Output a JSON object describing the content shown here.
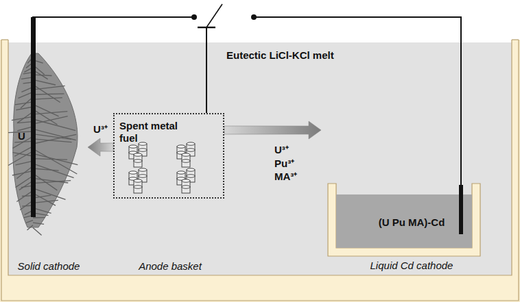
{
  "diagram": {
    "nodes": [
      {
        "text": [
          "Eutectic LiCl-KCl melt"
        ]
      },
      {
        "text": [
          "U",
          "Solid cathode"
        ],
        "in": 0
      },
      {
        "text": [
          "Spent metal fuel",
          "Anode basket"
        ],
        "in": 0
      },
      {
        "text": [
          "(U Pu MA)-Cd",
          "Liquid Cd cathode"
        ],
        "in": 0
      }
    ],
    "edges": [
      {
        "from": 2,
        "to": 1,
        "arrow": "to",
        "label": "U³⁺"
      },
      {
        "from": 2,
        "to": 3,
        "arrow": "to",
        "label": "U³⁺ Pu³⁺ MA³⁺"
      }
    ]
  }
}
